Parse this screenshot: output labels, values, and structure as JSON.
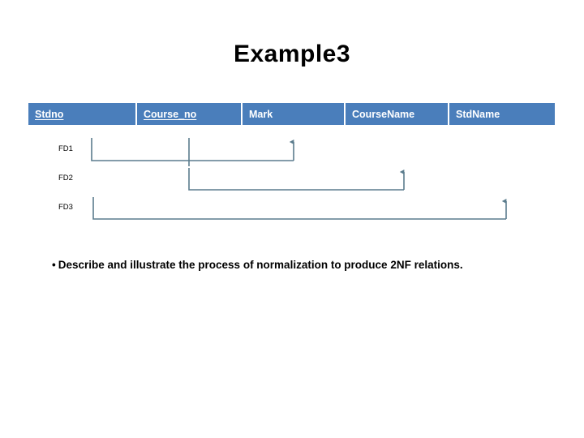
{
  "slide": {
    "title": "Example3",
    "background_color": "#ffffff"
  },
  "relation": {
    "header_color": "#4a7ebb",
    "header_text_color": "#ffffff",
    "columns": [
      {
        "label": "Stdno",
        "is_key": true
      },
      {
        "label": "Course_no",
        "is_key": true
      },
      {
        "label": "Mark",
        "is_key": false
      },
      {
        "label": "CourseName",
        "is_key": false
      },
      {
        "label": "StdName",
        "is_key": false
      }
    ]
  },
  "functional_dependencies": {
    "line_color": "#5b7c8d",
    "items": [
      {
        "label": "FD1",
        "determinant": [
          "Stdno",
          "Course_no"
        ],
        "dependent": "Mark"
      },
      {
        "label": "FD2",
        "determinant": [
          "Course_no"
        ],
        "dependent": "CourseName"
      },
      {
        "label": "FD3",
        "determinant": [
          "Stdno"
        ],
        "dependent": "StdName"
      }
    ]
  },
  "body": {
    "bullet_marker": "•",
    "bullet_text": "Describe and illustrate the process of normalization to produce 2NF relations."
  }
}
